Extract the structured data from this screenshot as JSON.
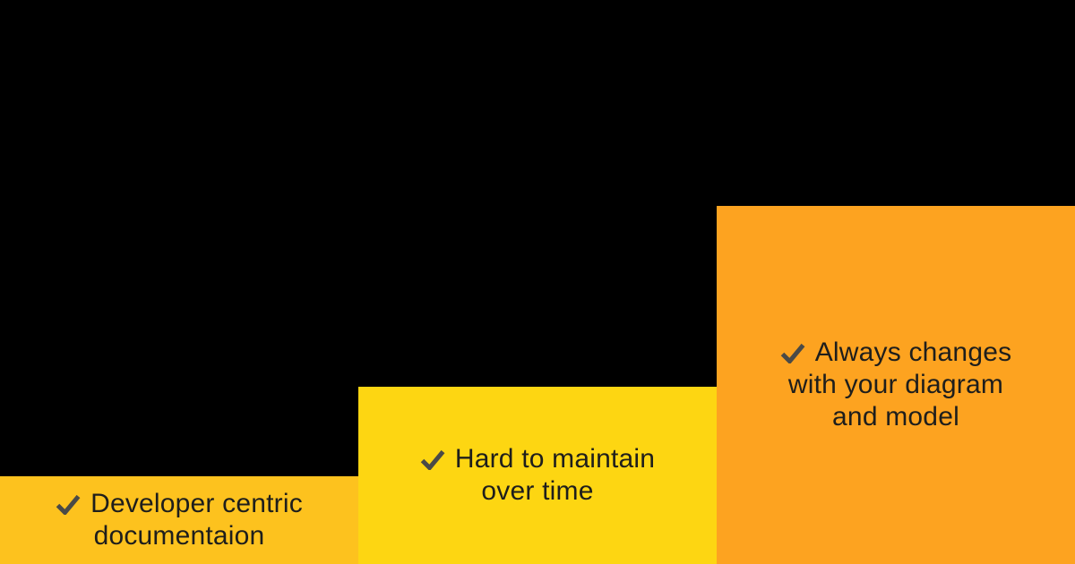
{
  "canvas": {
    "background_color": "#000000",
    "text_color": "#1E1E1C"
  },
  "check_icon": {
    "color": "#4A4A47"
  },
  "blocks": [
    {
      "color": "#FDC21E",
      "lines": [
        "Developer centric",
        "documentaion"
      ]
    },
    {
      "color": "#FDD612",
      "lines": [
        "Hard to maintain",
        "over time"
      ]
    },
    {
      "color": "#FDA320",
      "lines": [
        "Always changes",
        "with your diagram",
        "and model"
      ]
    }
  ]
}
